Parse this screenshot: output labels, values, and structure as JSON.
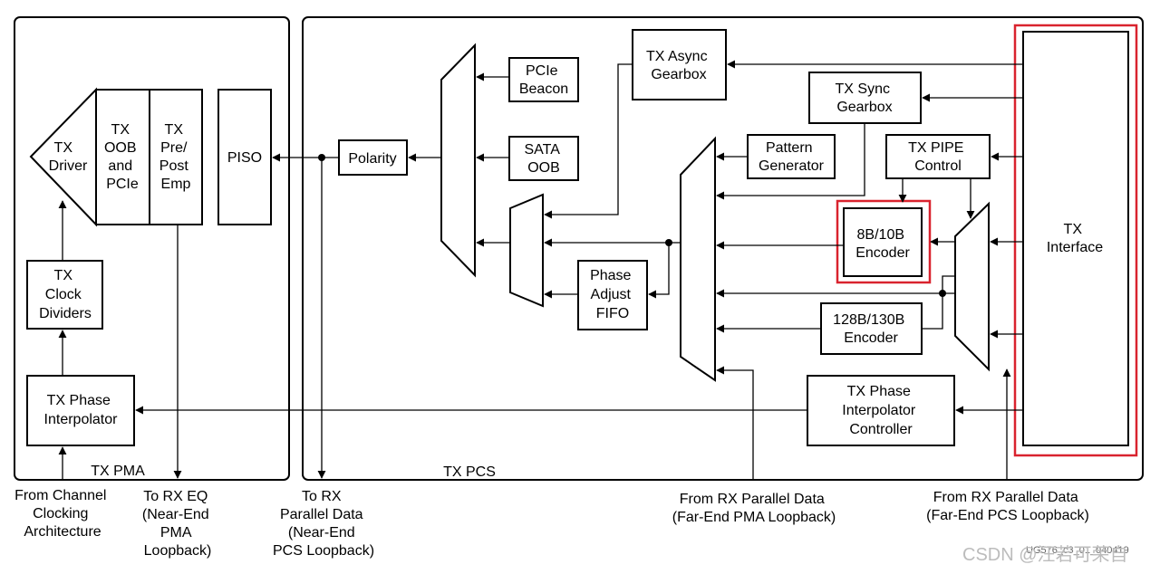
{
  "panels": {
    "pma_label": "TX PMA",
    "pcs_label": "TX PCS"
  },
  "blocks": {
    "tx_driver": [
      "TX",
      "Driver"
    ],
    "tx_oob_pcie": [
      "TX",
      "OOB",
      "and",
      "PCIe"
    ],
    "tx_pre_post_emp": [
      "TX",
      "Pre/",
      "Post",
      "Emp"
    ],
    "piso": [
      "PISO"
    ],
    "polarity": [
      "Polarity"
    ],
    "tx_clock_dividers": [
      "TX",
      "Clock",
      "Dividers"
    ],
    "tx_phase_interpolator": [
      "TX Phase",
      "Interpolator"
    ],
    "pcie_beacon": [
      "PCIe",
      "Beacon"
    ],
    "sata_oob": [
      "SATA",
      "OOB"
    ],
    "tx_async_gearbox": [
      "TX Async",
      "Gearbox"
    ],
    "tx_sync_gearbox": [
      "TX Sync",
      "Gearbox"
    ],
    "pattern_generator": [
      "Pattern",
      "Generator"
    ],
    "tx_pipe_control": [
      "TX PIPE",
      "Control"
    ],
    "encoder_8b10b": [
      "8B/10B",
      "Encoder"
    ],
    "phase_adjust_fifo": [
      "Phase",
      "Adjust",
      "FIFO"
    ],
    "encoder_128b130b": [
      "128B/130B",
      "Encoder"
    ],
    "tx_pi_controller": [
      "TX Phase",
      "Interpolator",
      "Controller"
    ],
    "tx_interface": [
      "TX",
      "Interface"
    ]
  },
  "io_labels": {
    "from_channel_clocking": [
      "From Channel",
      "Clocking",
      "Architecture"
    ],
    "to_rx_eq": [
      "To RX EQ",
      "(Near-End",
      "PMA",
      "Loopback)"
    ],
    "to_rx_parallel": [
      "To RX",
      "Parallel Data",
      "(Near-End",
      "PCS Loopback)"
    ],
    "from_rx_far_pma": [
      "From RX Parallel Data",
      "(Far-End PMA Loopback)"
    ],
    "from_rx_far_pcs": [
      "From RX Parallel Data",
      "(Far-End PCS Loopback)"
    ]
  },
  "figure_id": "UG576_c3_01_040419",
  "watermark": "CSDN @汪若可荣自",
  "highlight_color": "#d9232e"
}
